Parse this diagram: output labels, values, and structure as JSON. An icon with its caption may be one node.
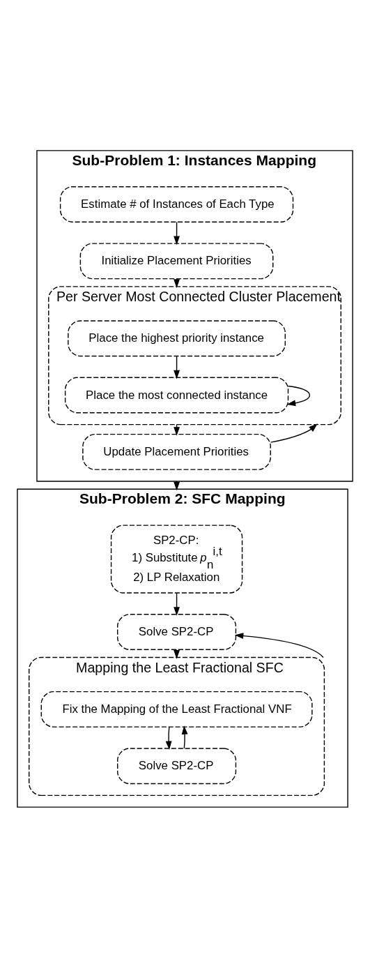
{
  "diagram": {
    "nodes": [
      {
        "text": [
          "Sub-Problem 1: Instances Mapping"
        ]
      },
      {
        "text": [
          "Estimate # of Instances of Each Type"
        ],
        "in": 0
      },
      {
        "text": [
          "Initialize Placement Priorities"
        ],
        "in": 0
      },
      {
        "text": [
          "Per Server Most Connected Cluster Placement"
        ],
        "in": 0
      },
      {
        "text": [
          "Place the highest priority instance"
        ],
        "in": 3
      },
      {
        "text": [
          "Place the most connected instance"
        ],
        "in": 3
      },
      {
        "text": [
          "Update Placement Priorities"
        ],
        "in": 0
      },
      {
        "text": [
          "Sub-Problem 2: SFC Mapping"
        ]
      },
      {
        "text": [
          "SP2-CP:",
          "1) Substitute *p*$_{n}$$^{i,t}$",
          "2) LP Relaxation"
        ],
        "in": 7
      },
      {
        "text": [
          "Solve SP2-CP"
        ],
        "in": 7
      },
      {
        "text": [
          "Mapping the Least Fractional SFC"
        ],
        "in": 7
      },
      {
        "text": [
          "Fix the Mapping of the Least Fractional VNF"
        ],
        "in": 10
      },
      {
        "text": [
          "Solve SP2-CP"
        ],
        "in": 10
      }
    ],
    "edges": [
      {
        "from": 1,
        "to": 2,
        "arrow": "to"
      },
      {
        "from": 2,
        "to": 3,
        "arrow": "to"
      },
      {
        "from": 4,
        "to": 5,
        "arrow": "to"
      },
      {
        "from": 5,
        "to": 5,
        "arrow": "to"
      },
      {
        "from": 3,
        "to": 6,
        "arrow": "to"
      },
      {
        "from": 6,
        "to": 3,
        "arrow": "to"
      },
      {
        "from": 0,
        "to": 7,
        "arrow": "to"
      },
      {
        "from": 8,
        "to": 9,
        "arrow": "to"
      },
      {
        "from": 9,
        "to": 10,
        "arrow": "to"
      },
      {
        "from": 11,
        "to": 12,
        "arrow": "to"
      },
      {
        "from": 12,
        "to": 11,
        "arrow": "to"
      },
      {
        "from": 10,
        "to": 9,
        "arrow": "to"
      }
    ]
  }
}
